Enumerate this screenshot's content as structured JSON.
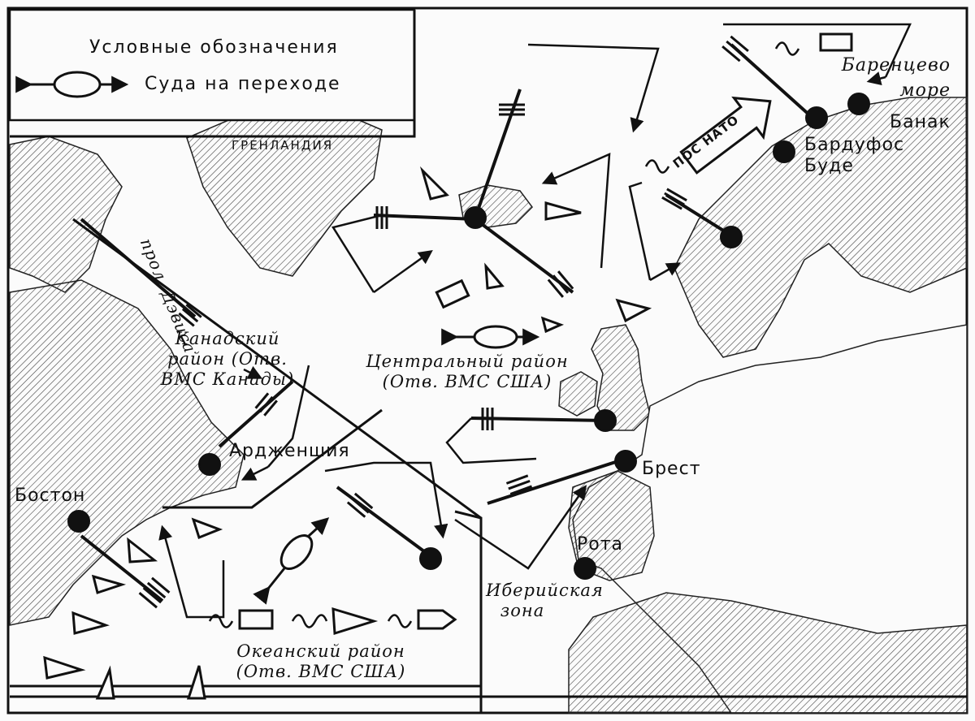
{
  "legend": {
    "title": "Условные обозначения",
    "transit_label": "Суда на переходе"
  },
  "places": {
    "greenland": "ГРЕНЛАНДИЯ",
    "davis_strait": "прол. Дэвиса",
    "barents_sea": "Баренцево море",
    "banak": "Банак",
    "bardufoss": "Бардуфос",
    "bodo": "Буде",
    "argentia": "Ардженшия",
    "boston": "Бостон",
    "brest": "Брест",
    "rota": "Рота"
  },
  "zones": {
    "canadian": "Канадский район (Отв. ВМС Канады)",
    "central": "Центральный район (Отв. ВМС США)",
    "oceanic": "Океанский район (Отв. ВМС США)",
    "iberian": "Иберийская зона"
  },
  "arrow_label": "ПОС НАТО"
}
